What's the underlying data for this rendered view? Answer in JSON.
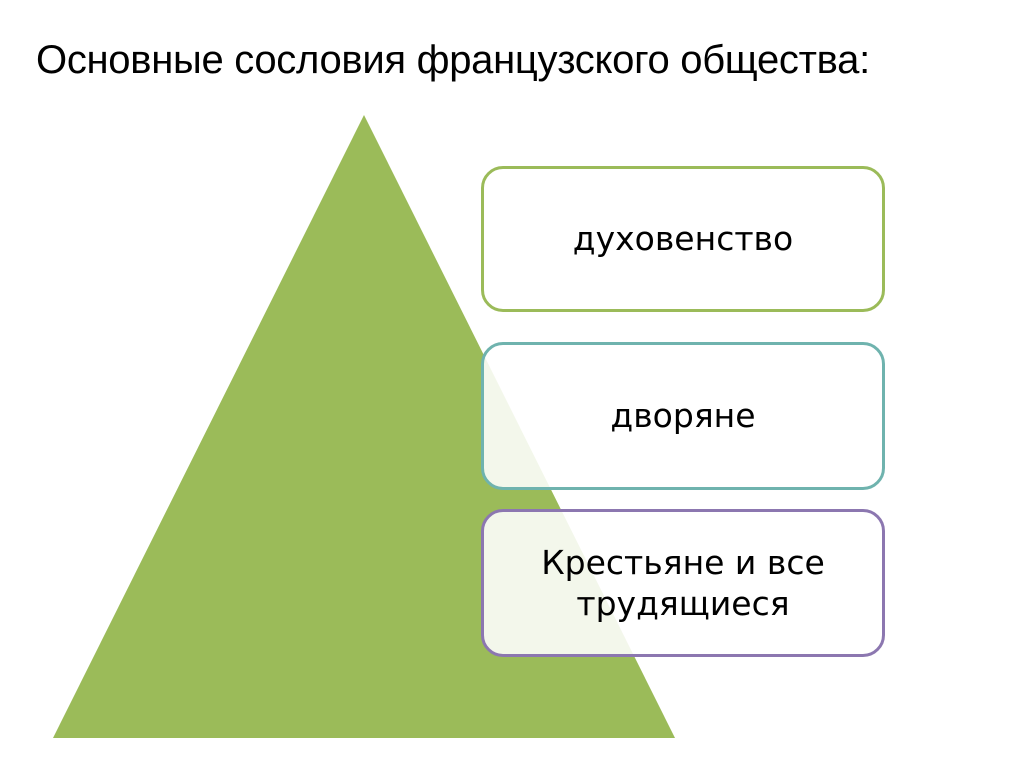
{
  "slide": {
    "title": "Основные сословия французского общества:"
  },
  "pyramid": {
    "color": "#9BBB59",
    "icon": "triangle-pyramid"
  },
  "estates": [
    {
      "label": "духовенство",
      "border_color": "#9BBB59"
    },
    {
      "label": "дворяне",
      "border_color": "#6FB3AE"
    },
    {
      "label": "Крестьяне и все трудящиеся",
      "border_color": "#8C77B0"
    }
  ]
}
